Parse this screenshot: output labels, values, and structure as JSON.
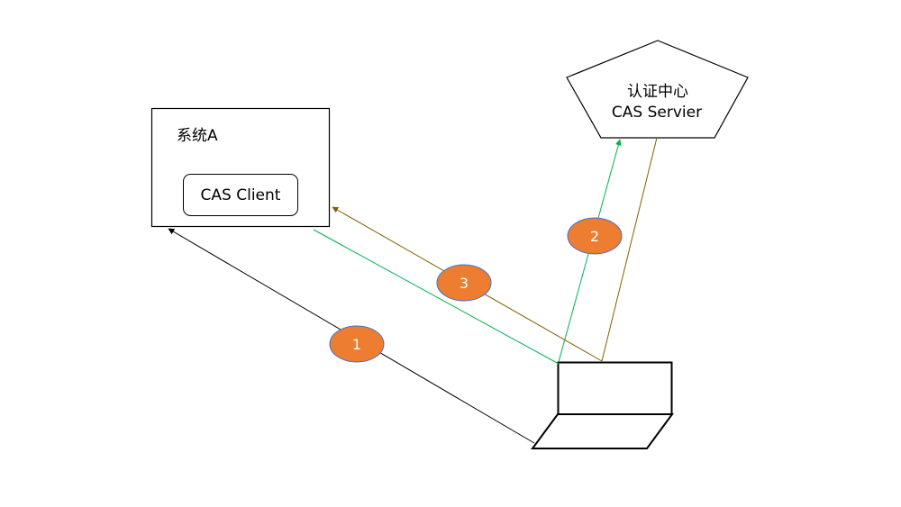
{
  "system_a": {
    "title": "系统A",
    "client_label": "CAS Client"
  },
  "cas_server": {
    "line1": "认证中心",
    "line2": "CAS Servier"
  },
  "steps": [
    {
      "number": "1"
    },
    {
      "number": "2"
    },
    {
      "number": "3"
    }
  ],
  "colors": {
    "step_fill": "#ED7D31",
    "step_stroke": "#4472C4",
    "arrow_1": "#000000",
    "arrow_2": "#00B050",
    "arrow_3": "#806000"
  }
}
